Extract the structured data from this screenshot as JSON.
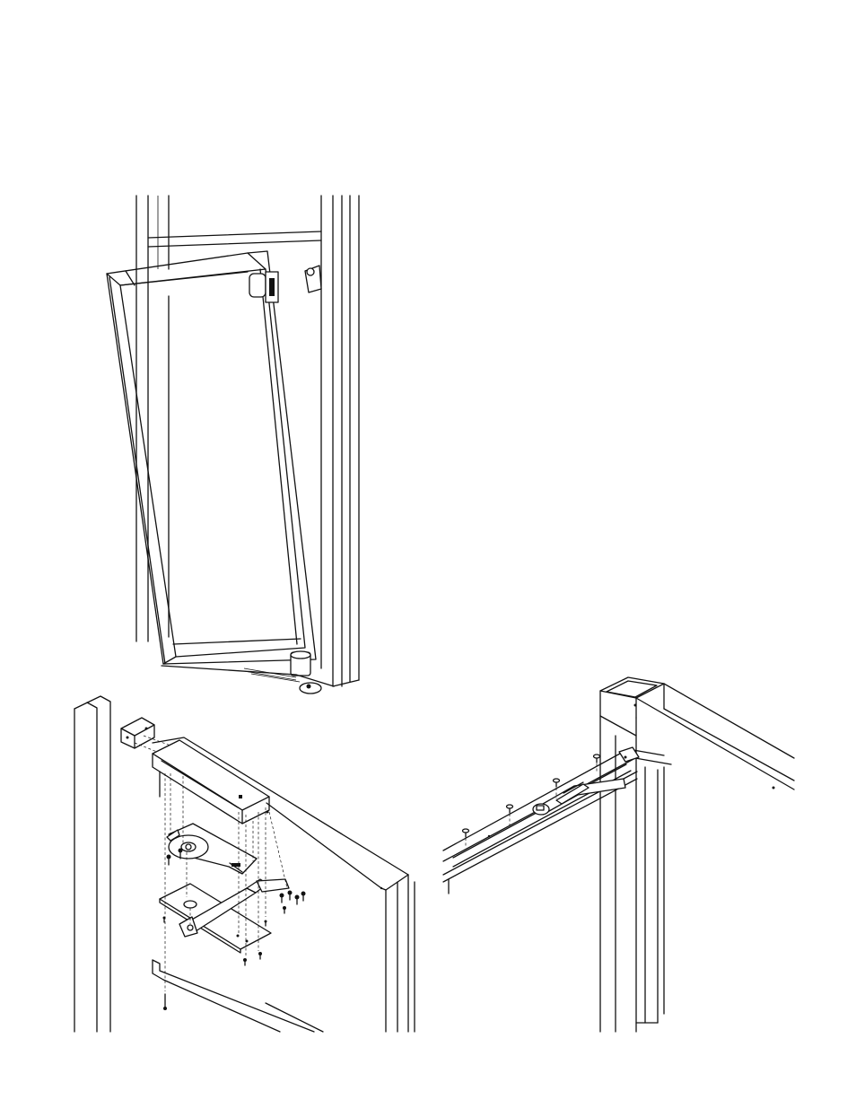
{
  "figures": [
    {
      "id": "door-hung-on-pivots",
      "part_names": [
        "outer-frame",
        "door-leaf",
        "top-pivot-hinge",
        "bottom-pivot",
        "floor-threshold"
      ]
    },
    {
      "id": "top-pivot-closer-exploded",
      "part_names": [
        "header-jamb",
        "mounting-bracket",
        "pivot-cover-box",
        "closer-arm",
        "pivot-plate",
        "screws",
        "door-top-rail"
      ]
    },
    {
      "id": "overhead-track-installation",
      "part_names": [
        "header-tube",
        "track-channel",
        "slide-arm",
        "track-screws",
        "jamb-post"
      ]
    }
  ],
  "colors": {
    "line": "#111111",
    "background": "#ffffff"
  }
}
